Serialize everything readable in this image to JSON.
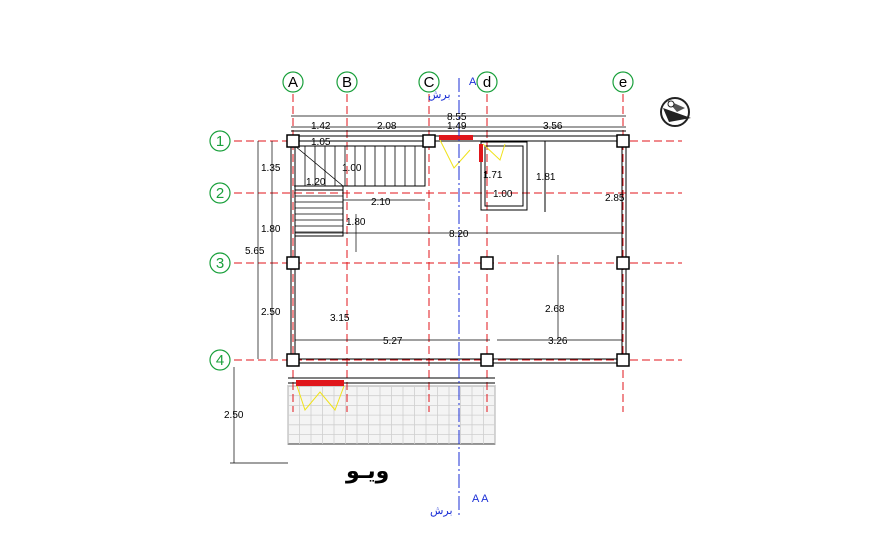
{
  "colors": {
    "grid_line": "#e0161b",
    "bubble_col": "#1aa03c",
    "section_line": "#1b2fd6",
    "door_swing": "#f0e21a",
    "door_leaf": "#e0161b",
    "wall": "#000000",
    "paving": "#cfcfcf"
  },
  "grid": {
    "columns": [
      "A",
      "B",
      "C",
      "d",
      "e"
    ],
    "rows": [
      "1",
      "2",
      "3",
      "4"
    ]
  },
  "section": {
    "top_label": "برش",
    "top_marks": "A  A",
    "bottom_label": "برش",
    "bottom_marks": "A  A"
  },
  "title": "ویـو",
  "icons": [
    "north-arrow-icon"
  ],
  "dimensions": {
    "total_width": "8.55",
    "seg_1": "1.42",
    "seg_2": "2.08",
    "seg_3": "1.49",
    "seg_4": "3.56",
    "door_width": "1.05",
    "h_1_2": "1.35",
    "h_2_3": "1.80",
    "h_3_4": "2.50",
    "h_total": "5.65",
    "stair_w": "1.20",
    "stair_1": "1.00",
    "stair_run": "2.10",
    "stair_2": "1.80",
    "clear_span": "8.20",
    "right_h": "2.85",
    "wc_h": "1.71",
    "wc_w": "1.00",
    "wc_depth": "1.81",
    "mid_h": "2.68",
    "inner_h": "3.15",
    "bottom_left": "5.27",
    "bottom_right": "3.26",
    "balcony_h": "2.50"
  }
}
